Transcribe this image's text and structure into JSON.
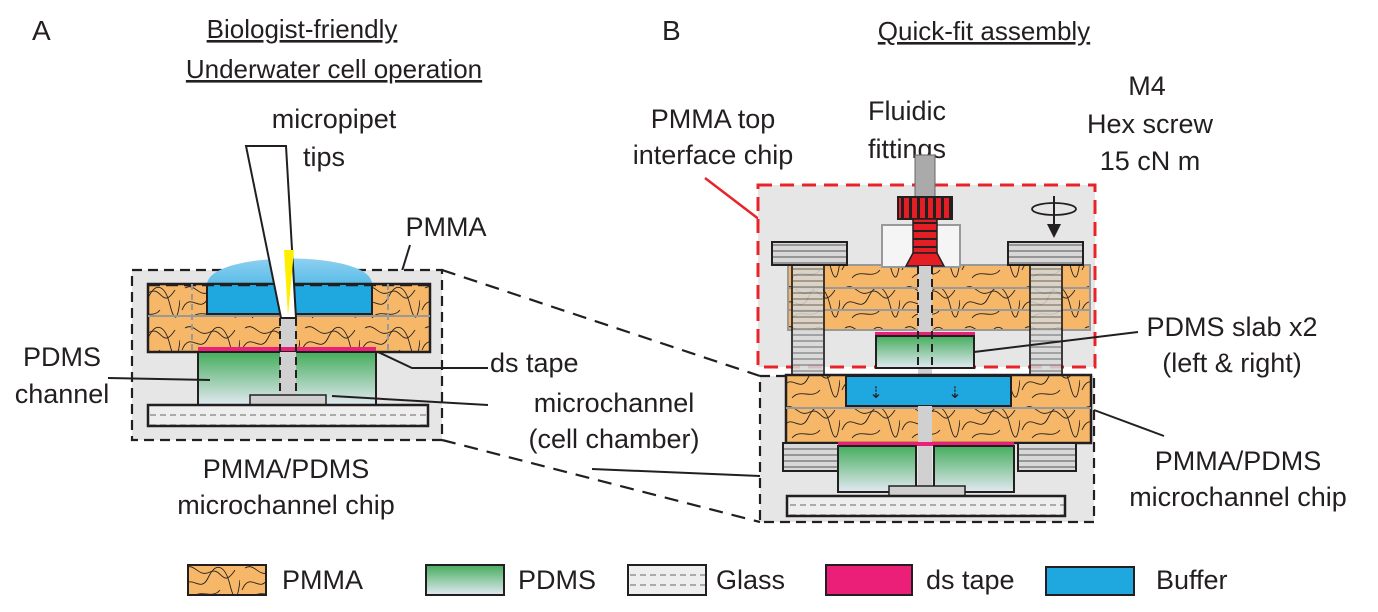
{
  "panel_a": {
    "letter": "A",
    "title_line1": "Biologist-friendly",
    "title_line2": "Underwater cell operation",
    "labels": {
      "micropipet_line1": "micropipet",
      "micropipet_line2": "tips",
      "pmma": "PMMA",
      "pdms_line1": "PDMS",
      "pdms_line2": "channel",
      "ds_tape": "ds tape",
      "microchannel_line1": "microchannel",
      "microchannel_line2": "(cell chamber)",
      "chip_line1": "PMMA/PDMS",
      "chip_line2": "microchannel chip"
    }
  },
  "panel_b": {
    "letter": "B",
    "title": "Quick-fit assembly",
    "labels": {
      "top_chip_line1": "PMMA top",
      "top_chip_line2": "interface chip",
      "fittings_line1": "Fluidic",
      "fittings_line2": "fittings",
      "screw_line1": "M4",
      "screw_line2": "Hex screw",
      "screw_line3": "15 cN m",
      "pdms_slab_line1": "PDMS slab x2",
      "pdms_slab_line2": "(left & right)",
      "chip_line1": "PMMA/PDMS",
      "chip_line2": "microchannel chip"
    }
  },
  "legend": [
    {
      "label": "PMMA",
      "material": "pmma",
      "color": "#f6b868"
    },
    {
      "label": "PDMS",
      "material": "pdms",
      "color": "#4caf62"
    },
    {
      "label": "Glass",
      "material": "glass",
      "color": "#eeeeee"
    },
    {
      "label": "ds tape",
      "material": "ds-tape",
      "color": "#ec1f78"
    },
    {
      "label": "Buffer",
      "material": "buffer",
      "color": "#1fa7df"
    }
  ],
  "colors": {
    "pmma": "#f6b868",
    "pdms_top": "#45ad5d",
    "pdms_bottom": "#dde6f0",
    "ds_tape": "#ec1f78",
    "buffer": "#1fa7df",
    "tip_fill": "#ffee00",
    "fitting": "#e31e24",
    "chip_box": "#e6e6e6",
    "highlight_box": "#e8242a"
  }
}
